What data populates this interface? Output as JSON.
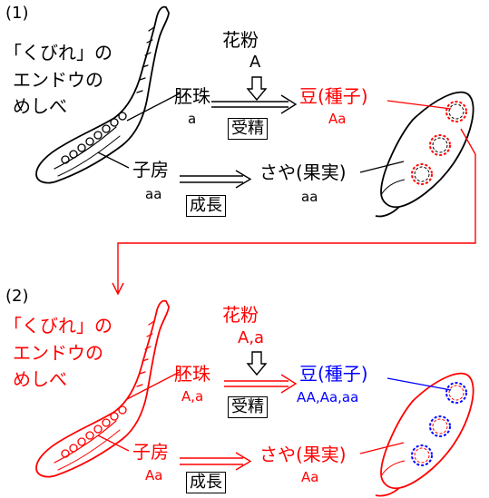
{
  "panel1": {
    "label": "(1)",
    "pistil_label_l1": "「くびれ」の",
    "pistil_label_l2": "エンドウの",
    "pistil_label_l3": "めしべ",
    "pollen": "花粉",
    "pollen_genotype": "A",
    "ovule": "胚珠",
    "ovule_genotype": "a",
    "fertilization": "受精",
    "seed": "豆(種子)",
    "seed_genotype": "Aa",
    "ovary": "子房",
    "ovary_genotype": "aa",
    "growth": "成長",
    "pod": "さや(果実)",
    "pod_genotype": "aa"
  },
  "panel2": {
    "label": "(2)",
    "pistil_label_l1": "「くびれ」の",
    "pistil_label_l2": "エンドウの",
    "pistil_label_l3": "めしべ",
    "pollen": "花粉",
    "pollen_genotype": "A,a",
    "ovule": "胚珠",
    "ovule_genotype": "A,a",
    "fertilization": "受精",
    "seed": "豆(種子)",
    "seed_genotype": "AA,Aa,aa",
    "ovary": "子房",
    "ovary_genotype": "Aa",
    "growth": "成長",
    "pod": "さや(果実)",
    "pod_genotype": "Aa"
  },
  "colors": {
    "red": "#ff0000",
    "blue": "#0000ff",
    "black": "#000000"
  }
}
